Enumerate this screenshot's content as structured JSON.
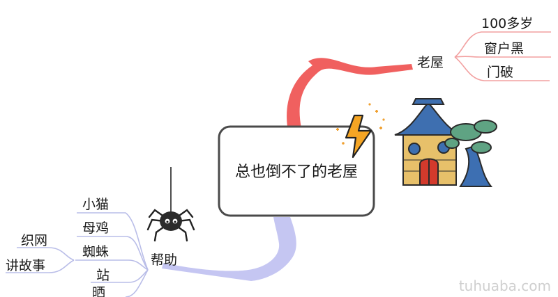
{
  "center": {
    "label": "总也倒不了的老屋"
  },
  "branches": {
    "top": {
      "label": "老屋",
      "children": [
        "100多岁",
        "窗户黑",
        "门破"
      ]
    },
    "bottom": {
      "label": "帮助",
      "children": [
        "小猫",
        "母鸡",
        "蜘蛛",
        "站",
        "晒"
      ]
    },
    "spider_sub": {
      "children": [
        "织网",
        "讲故事"
      ]
    }
  },
  "watermark": "tuhuaba.com",
  "colors": {
    "top_branch": "#f0605f",
    "bottom_branch": "#c5c6f2",
    "leaf_line": "#f2a0a0",
    "helper_line": "#b9bde8",
    "center_border": "#4a4a4a"
  },
  "icons": [
    "lightning-icon",
    "spider-icon",
    "house-icon",
    "tree-icon"
  ]
}
